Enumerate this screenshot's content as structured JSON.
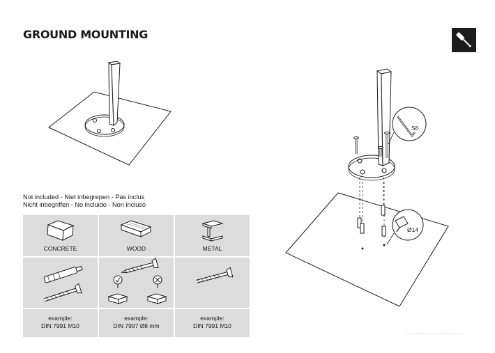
{
  "page": {
    "title": "GROUND MOUNTING"
  },
  "tool_badge": {
    "icon": "screwdriver-icon"
  },
  "note": {
    "line1": "Not included - Niet inbegrepen - Pas inclus",
    "line2": "Nicht inbegriffen - No incluido - Non incluso"
  },
  "materials": [
    {
      "name": "CONCRETE",
      "icon": "concrete-block-icon",
      "fastener_icon": "anchor-bolt-icon",
      "example_label": "example:",
      "example_spec": "DIN 7991 M10"
    },
    {
      "name": "WOOD",
      "icon": "wood-plank-icon",
      "fastener_icon": "wood-screw-icon",
      "example_label": "example:",
      "example_spec": "DIN 7997 Ø8 mm"
    },
    {
      "name": "METAL",
      "icon": "i-beam-icon",
      "fastener_icon": "machine-bolt-icon",
      "example_label": "example:",
      "example_spec": "DIN 7991 M10"
    }
  ],
  "callouts": {
    "hex_key": "S6",
    "drill": "Ø14"
  }
}
